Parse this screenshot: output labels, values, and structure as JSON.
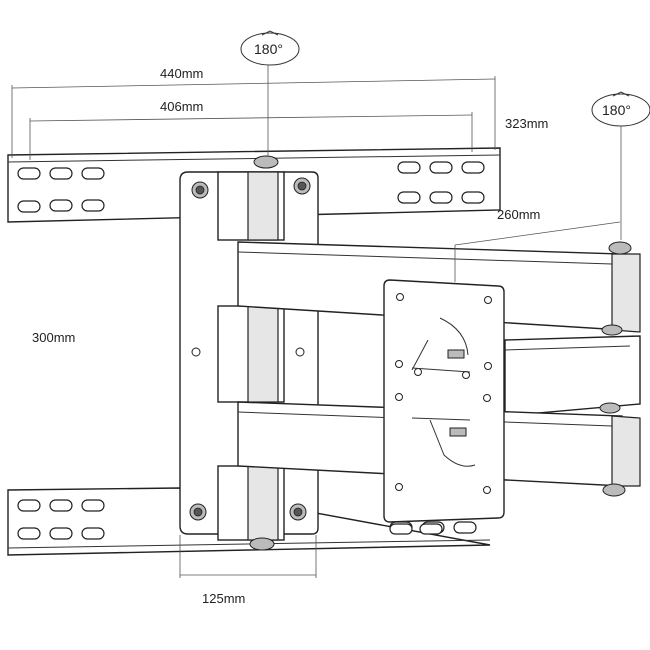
{
  "dimensions": {
    "width_outer": "440mm",
    "width_inner": "406mm",
    "height_plate": "323mm",
    "extension": "260mm",
    "height_vesa": "300mm",
    "base_width": "125mm"
  },
  "rotation": {
    "top": "180°",
    "right": "180°"
  }
}
